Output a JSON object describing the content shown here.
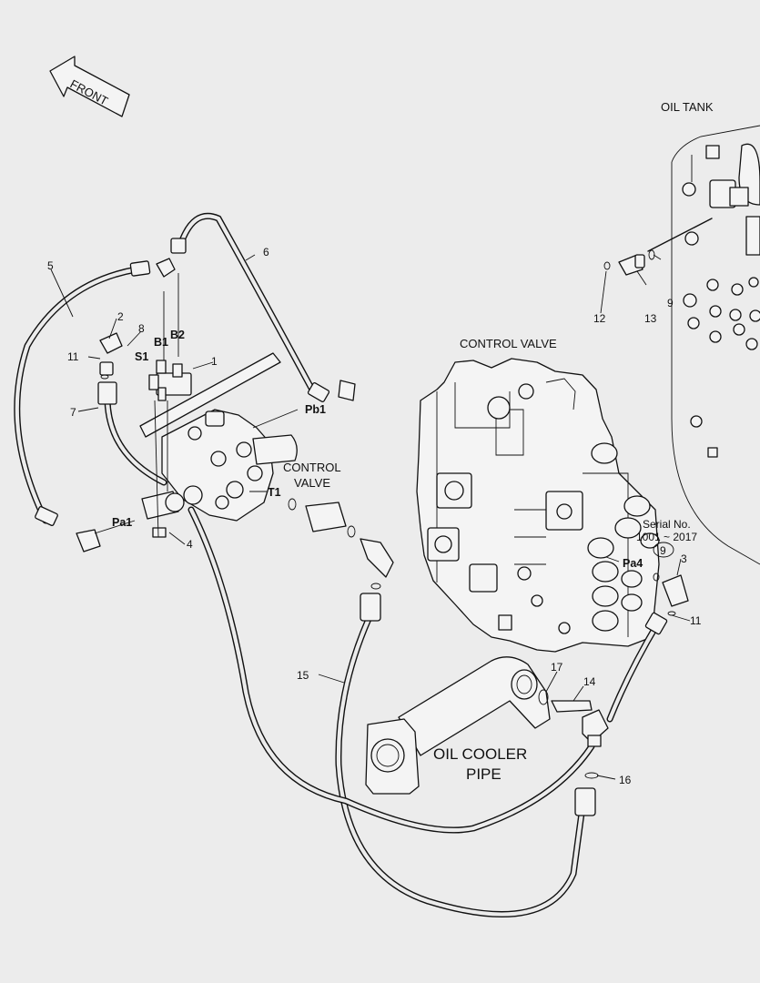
{
  "front_arrow": "FRONT",
  "titles": {
    "oil_tank": "OIL TANK",
    "control_valve_main": "CONTROL VALVE",
    "control_valve_aux_line1": "CONTROL",
    "control_valve_aux_line2": "VALVE",
    "oil_cooler_line1": "OIL COOLER",
    "oil_cooler_line2": "PIPE",
    "serial_line1": "Serial No.",
    "serial_line2": "1001 ~ 2017"
  },
  "ports": {
    "b1": "B1",
    "b2": "B2",
    "s1": "S1",
    "pb1": "Pb1",
    "t1": "T1",
    "pa1": "Pa1",
    "pa4": "Pa4"
  },
  "callouts": {
    "c1": "1",
    "c2": "2",
    "c3": "3",
    "c4": "4",
    "c5": "5",
    "c6": "6",
    "c7": "7",
    "c8": "8",
    "c9_circled": "9",
    "c9": "9",
    "c11a": "11",
    "c11b": "11",
    "c12": "12",
    "c13": "13",
    "c14": "14",
    "c15": "15",
    "c16": "16",
    "c17": "17"
  }
}
